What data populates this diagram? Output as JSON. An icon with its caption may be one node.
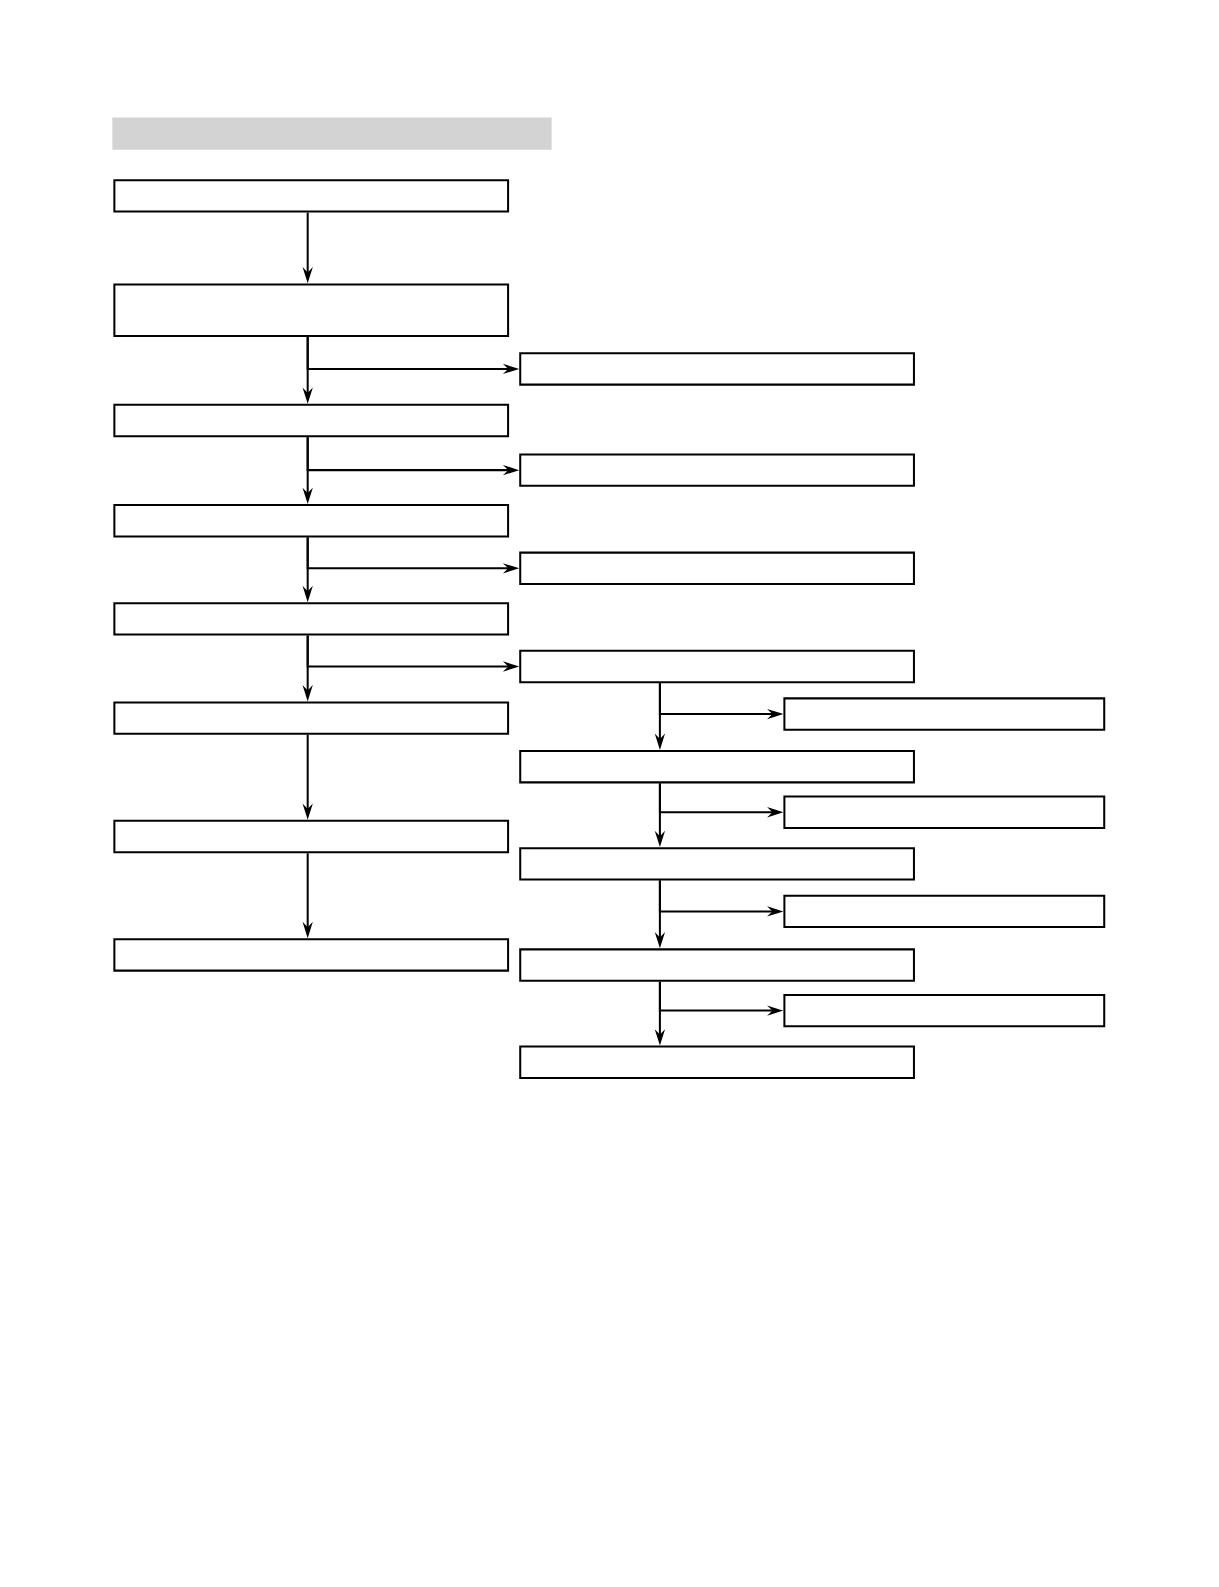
{
  "diagram": {
    "nodes": [
      {
        "text": [],
        "shape": "bar"
      },
      {
        "text": [],
        "shape": "box"
      },
      {
        "text": [],
        "shape": "box"
      },
      {
        "text": [],
        "shape": "box"
      },
      {
        "text": [],
        "shape": "box"
      },
      {
        "text": [],
        "shape": "box"
      },
      {
        "text": [],
        "shape": "box"
      },
      {
        "text": [],
        "shape": "box"
      },
      {
        "text": [],
        "shape": "box"
      },
      {
        "text": [],
        "shape": "box"
      },
      {
        "text": [],
        "shape": "box"
      },
      {
        "text": [],
        "shape": "box"
      },
      {
        "text": [],
        "shape": "box"
      },
      {
        "text": [],
        "shape": "box"
      },
      {
        "text": [],
        "shape": "box"
      },
      {
        "text": [],
        "shape": "box"
      },
      {
        "text": [],
        "shape": "box"
      },
      {
        "text": [],
        "shape": "box"
      },
      {
        "text": [],
        "shape": "box"
      },
      {
        "text": [],
        "shape": "box"
      },
      {
        "text": [],
        "shape": "box"
      }
    ],
    "edges": [
      {
        "from": 1,
        "to": 2,
        "arrow": "to"
      },
      {
        "from": 2,
        "to": 4,
        "arrow": "to"
      },
      {
        "from": 2,
        "to": 3,
        "arrow": "to"
      },
      {
        "from": 4,
        "to": 6,
        "arrow": "to"
      },
      {
        "from": 4,
        "to": 5,
        "arrow": "to"
      },
      {
        "from": 6,
        "to": 8,
        "arrow": "to"
      },
      {
        "from": 6,
        "to": 7,
        "arrow": "to"
      },
      {
        "from": 8,
        "to": 11,
        "arrow": "to"
      },
      {
        "from": 8,
        "to": 9,
        "arrow": "to"
      },
      {
        "from": 11,
        "to": 14,
        "arrow": "to"
      },
      {
        "from": 14,
        "to": 17,
        "arrow": "to"
      },
      {
        "from": 9,
        "to": 12,
        "arrow": "to"
      },
      {
        "from": 9,
        "to": 10,
        "arrow": "to"
      },
      {
        "from": 12,
        "to": 15,
        "arrow": "to"
      },
      {
        "from": 12,
        "to": 13,
        "arrow": "to"
      },
      {
        "from": 15,
        "to": 18,
        "arrow": "to"
      },
      {
        "from": 15,
        "to": 16,
        "arrow": "to"
      },
      {
        "from": 18,
        "to": 20,
        "arrow": "to"
      },
      {
        "from": 18,
        "to": 19,
        "arrow": "to"
      }
    ]
  }
}
